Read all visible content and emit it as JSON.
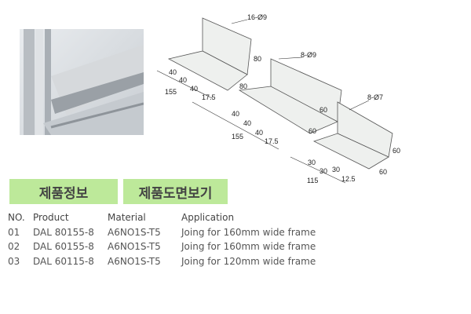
{
  "buttons": {
    "info": "제품정보",
    "drawing": "제품도면보기"
  },
  "diagram": {
    "labels": {
      "a_holes": "16-Ø9",
      "a_h": "80",
      "a_w": "80",
      "a_d1": "40",
      "a_d2": "40",
      "a_d3": "40",
      "a_len": "155",
      "a_end": "17.5",
      "b_holes": "8-Ø9",
      "b_h": "60",
      "b_w": "60",
      "b_d1": "40",
      "b_d2": "40",
      "b_d3": "40",
      "b_len": "155",
      "b_end": "17.5",
      "c_holes": "8-Ø7",
      "c_h": "60",
      "c_w": "60",
      "c_d1": "30",
      "c_d2": "30",
      "c_d3": "30",
      "c_len": "115",
      "c_end": "12.5"
    }
  },
  "table": {
    "headers": [
      "NO.",
      "Product",
      "Material",
      "Application"
    ],
    "rows": [
      [
        "01",
        "DAL 80155-8",
        "A6NO1S-T5",
        "Joing for 160mm wide frame"
      ],
      [
        "02",
        "DAL 60155-8",
        "A6NO1S-T5",
        "Joing for 160mm wide frame"
      ],
      [
        "03",
        "DAL 60115-8",
        "A6NO1S-T5",
        "Joing for 120mm wide frame"
      ]
    ]
  }
}
